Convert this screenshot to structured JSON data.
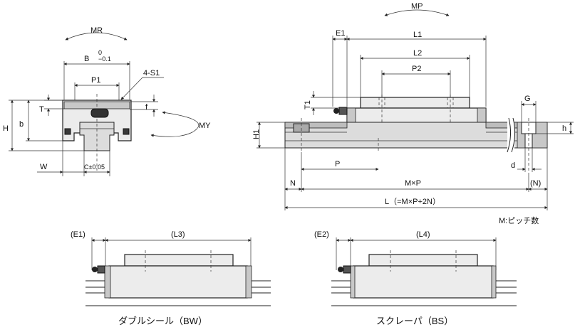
{
  "front_view": {
    "MR": "MR",
    "B_tol_upper": "0",
    "B": "B",
    "B_tol_lower": "−0.1",
    "P1": "P1",
    "S1": "4-S1",
    "T": "T",
    "f": "f",
    "b": "b",
    "H": "H",
    "MY": "MY",
    "W": "W",
    "C_tol": "C±0.05"
  },
  "side_view": {
    "MP": "MP",
    "E1": "E1",
    "L1": "L1",
    "L2": "L2",
    "P2": "P2",
    "T1": "T1",
    "H1": "H1",
    "G": "G",
    "h": "h",
    "P": "P",
    "d": "d",
    "N": "N",
    "MxP": "M×P",
    "N_paren": "(N)",
    "L_formula": "L（=M×P+2N）",
    "pitch_note": "M:ピッチ数"
  },
  "bottom_left": {
    "E1_paren": "(E1)",
    "L3_paren": "(L3)",
    "caption": "ダブルシール（BW）"
  },
  "bottom_right": {
    "E2_paren": "(E2)",
    "L4_paren": "(L4)",
    "caption": "スクレーパ（BS）"
  }
}
